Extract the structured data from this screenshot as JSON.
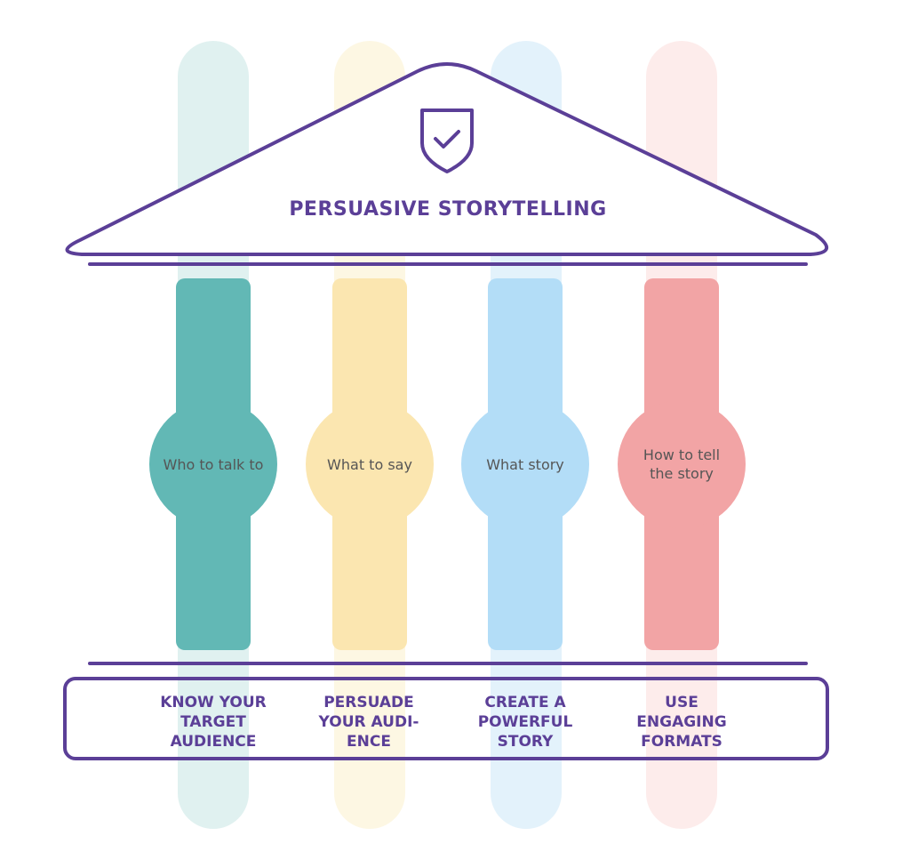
{
  "title": "PERSUASIVE STORYTELLING",
  "shield_icon": "shield-check-icon",
  "colors": {
    "outline": "#5b3f97",
    "teal": "#62b8b5",
    "yellow": "#fbe6b0",
    "blue": "#b3ddf7",
    "pink": "#f2a4a5"
  },
  "pillars": [
    {
      "circle_label": "Who to talk to",
      "base_label": "KNOW YOUR\nTARGET\nAUDIENCE"
    },
    {
      "circle_label": "What to say",
      "base_label": "PERSUADE\nYOUR AUDI-\nENCE"
    },
    {
      "circle_label": "What story",
      "base_label": "CREATE A\nPOWERFUL\nSTORY"
    },
    {
      "circle_label": "How to tell\nthe story",
      "base_label": "USE\nENGAGING\nFORMATS"
    }
  ]
}
